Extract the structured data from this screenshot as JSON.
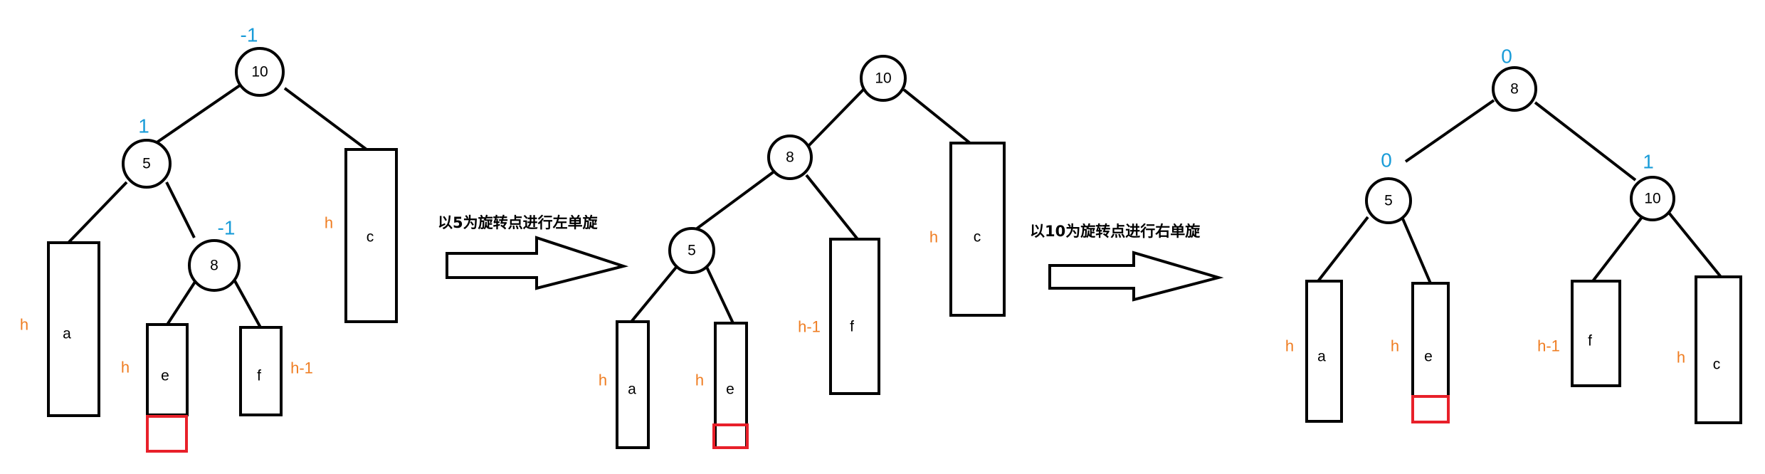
{
  "colors": {
    "height_label": "#ef7d22",
    "balance_factor": "#1a9cd8",
    "inserted_node": "#e8202a",
    "stroke": "#000000"
  },
  "steps": [
    {
      "nodes": [
        "10",
        "5",
        "8"
      ],
      "balance_factors": [
        "-1",
        "1",
        "-1"
      ],
      "subtrees": [
        "a",
        "e",
        "f",
        "c"
      ],
      "heights": [
        "h",
        "h",
        "h-1",
        "h"
      ]
    },
    {
      "caption": "以5为旋转点进行左单旋",
      "nodes": [
        "10",
        "8",
        "5"
      ],
      "subtrees": [
        "a",
        "e",
        "f",
        "c"
      ],
      "heights": [
        "h",
        "h",
        "h-1",
        "h"
      ]
    },
    {
      "caption": "以10为旋转点进行右单旋",
      "nodes": [
        "8",
        "5",
        "10"
      ],
      "balance_factors": [
        "0",
        "0",
        "1"
      ],
      "subtrees": [
        "a",
        "e",
        "f",
        "c"
      ],
      "heights": [
        "h",
        "h",
        "h-1",
        "h"
      ]
    }
  ]
}
